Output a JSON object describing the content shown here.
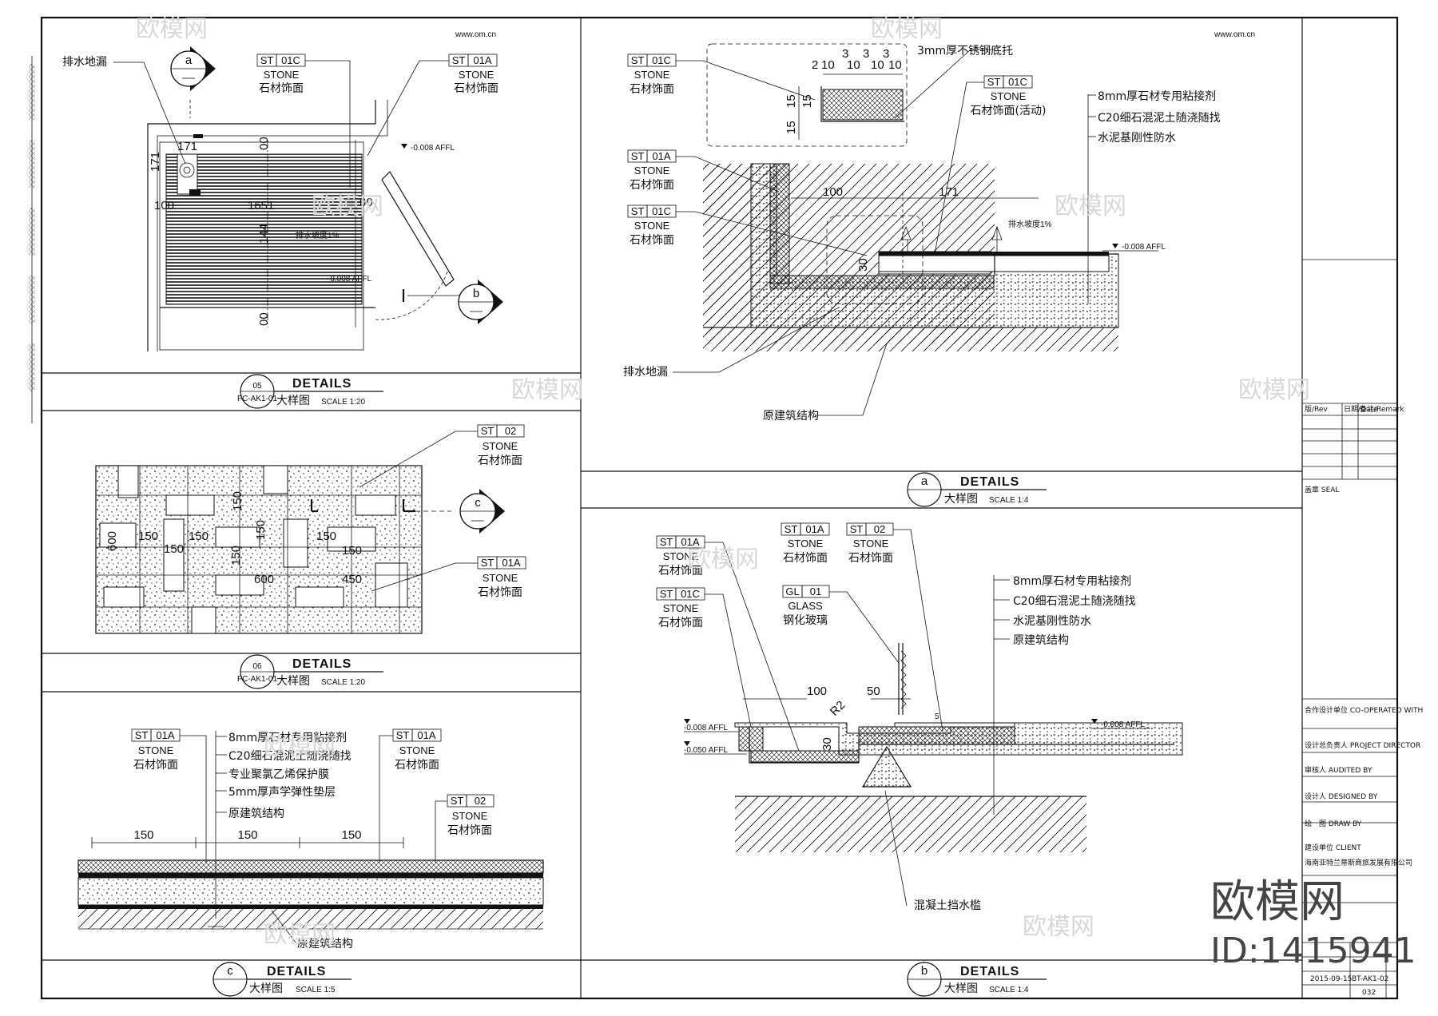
{
  "tags": {
    "st": "ST",
    "gl": "GL",
    "c01c": "01C",
    "c01a": "01A",
    "c02": "02",
    "c01": "01",
    "stone": "STONE",
    "stone_cn": "石材饰面",
    "glass": "GLASS",
    "glass_cn": "钢化玻璃",
    "stone_cn_active": "石材饰面(活动)"
  },
  "details": {
    "d05": {
      "id": "05",
      "ref": "FC-AK1-01",
      "title": "DETAILS",
      "cn": "大样图",
      "scale": "SCALE 1:20"
    },
    "d06": {
      "id": "06",
      "ref": "FC-AK1-01",
      "title": "DETAILS",
      "cn": "大样图",
      "scale": "SCALE 1:20"
    },
    "dc": {
      "id": "c",
      "title": "DETAILS",
      "cn": "大样图",
      "scale": "SCALE 1:5"
    },
    "da": {
      "id": "a",
      "title": "DETAILS",
      "cn": "大样图",
      "scale": "SCALE 1:4"
    },
    "db": {
      "id": "b",
      "title": "DETAILS",
      "cn": "大样图",
      "scale": "SCALE 1:4"
    }
  },
  "callouts": {
    "a": "a",
    "b": "b",
    "c": "c"
  },
  "notes": {
    "drain": "排水地漏",
    "slope": "排水坡度1%",
    "level": "-0.008 AFFL",
    "level2": "-0.050 AFFL",
    "steel": "3mm厚不锈钢底托",
    "adhesive": "8mm厚石材专用粘接剂",
    "c20": "C20细石混泥土随浇随找",
    "waterproof": "水泥基刚性防水",
    "structure": "原建筑结构",
    "pvc": "专业聚氯乙烯保护膜",
    "acoustic": "5mm厚声学弹性垫层",
    "curb": "混凝土挡水槛"
  },
  "dims": {
    "d171": "171",
    "d100": "100",
    "d150": "150",
    "d600": "600",
    "d450": "450",
    "d30": "30",
    "d50": "50",
    "d15": "15",
    "d10": "10",
    "d3": "3",
    "d2": "2",
    "d5": "5",
    "d00": "00",
    "d1651": "1651",
    "d144": "144",
    "r2": "R2"
  },
  "titleblock": {
    "rev": "版/Rev",
    "date": "日期/Date",
    "remark": "备注/Remark",
    "seal": "盖章 SEAL",
    "co": "合作设计单位 CO-OPERATED WITH",
    "director": "设计总负责人 PROJECT DIRECTOR",
    "audited": "审核人 AUDITED BY",
    "designed": "设计人 DESIGNED BY",
    "drawn": "绘　图 DRAW BY",
    "client": "建设单位 CLIENT",
    "client_name": "海南亚特兰蒂斯商旅发展有限公司",
    "date_val": "2015-09-15",
    "drawing_no": "BT-AK1-02",
    "page_no": "032"
  },
  "watermark": {
    "brand": "欧模网",
    "url": "www.om.cn",
    "id": "ID:1415941"
  }
}
